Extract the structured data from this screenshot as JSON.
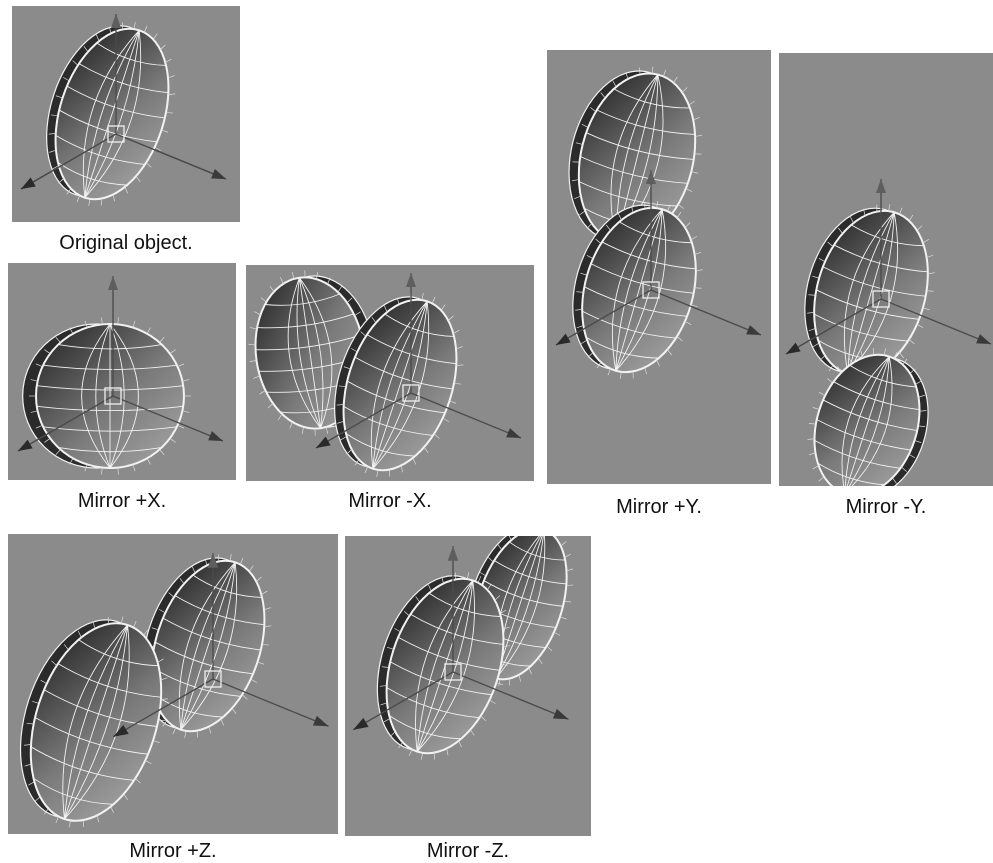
{
  "colors": {
    "viewport_bg": "#8b8b8b",
    "surface_light": "#9a9a9a",
    "surface_dark": "#2b2b2b",
    "wire": "#f2f2f2",
    "axis": "#4a4a4a",
    "caption": "#111111"
  },
  "figure": {
    "original": {
      "caption": "Original object."
    },
    "mirror_px": {
      "caption": "Mirror +X."
    },
    "mirror_nx": {
      "caption": "Mirror -X."
    },
    "mirror_py": {
      "caption": "Mirror +Y."
    },
    "mirror_ny": {
      "caption": "Mirror -Y."
    },
    "mirror_pz": {
      "caption": "Mirror +Z."
    },
    "mirror_nz": {
      "caption": "Mirror -Z."
    }
  },
  "icons": {
    "hemisphere": "hemisphere-mesh-icon",
    "axis_gizmo": "axis-gizmo-icon"
  }
}
